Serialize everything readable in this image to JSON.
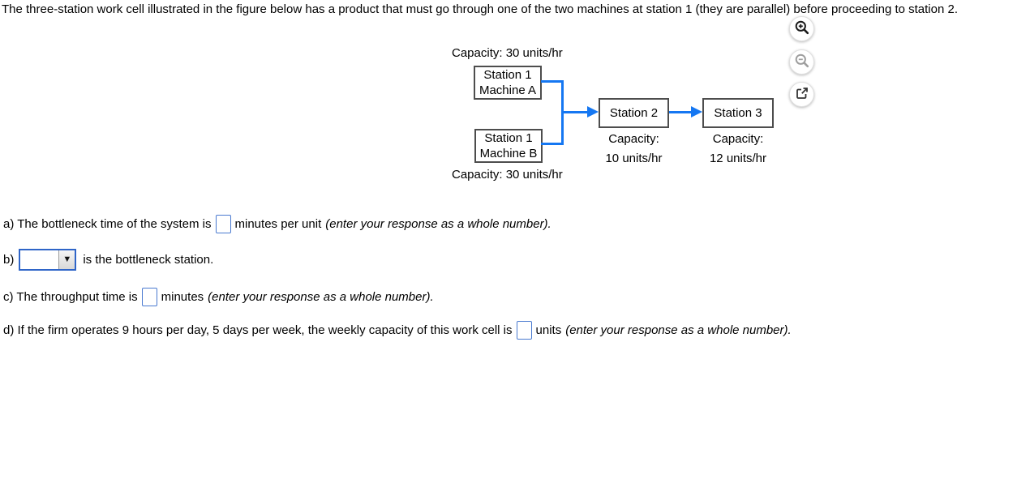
{
  "title": "The three-station work cell illustrated in the figure below has a product that must go through one of the two machines at station 1 (they are parallel) before proceeding to station 2.",
  "colors": {
    "arrow_blue": "#1577f2",
    "input_border_blue": "#4a7ad0",
    "dropdown_border_blue": "#2f65c8",
    "box_border_gray": "#4d4d4d"
  },
  "figure": {
    "machine_a": {
      "line1": "Station 1",
      "line2": "Machine A",
      "capacity": "Capacity: 30 units/hr"
    },
    "machine_b": {
      "line1": "Station 1",
      "line2": "Machine B",
      "capacity": "Capacity: 30 units/hr"
    },
    "station2": {
      "label": "Station 2",
      "capacity_line1": "Capacity:",
      "capacity_line2": "10 units/hr"
    },
    "station3": {
      "label": "Station 3",
      "capacity_line1": "Capacity:",
      "capacity_line2": "12 units/hr"
    },
    "controls": [
      "zoom-in",
      "zoom-out",
      "open-in-new-window"
    ]
  },
  "icons": {
    "dropdown_arrow": "▼"
  },
  "questions": {
    "a": {
      "prefix": "a) The bottleneck time of the system is",
      "suffix": "minutes per unit",
      "hint": "(enter your response as a whole number).",
      "input_value": ""
    },
    "b": {
      "prefix": "b)",
      "suffix": "is the bottleneck station.",
      "dropdown_value": ""
    },
    "c": {
      "prefix": "c) The throughput time is",
      "suffix": "minutes",
      "hint": "(enter your response as a whole number).",
      "input_value": ""
    },
    "d": {
      "prefix": "d) If the firm operates 9 hours per day, 5 days per week, the weekly capacity of this work cell is",
      "suffix": "units",
      "hint": "(enter your response as a whole number).",
      "input_value": ""
    }
  }
}
